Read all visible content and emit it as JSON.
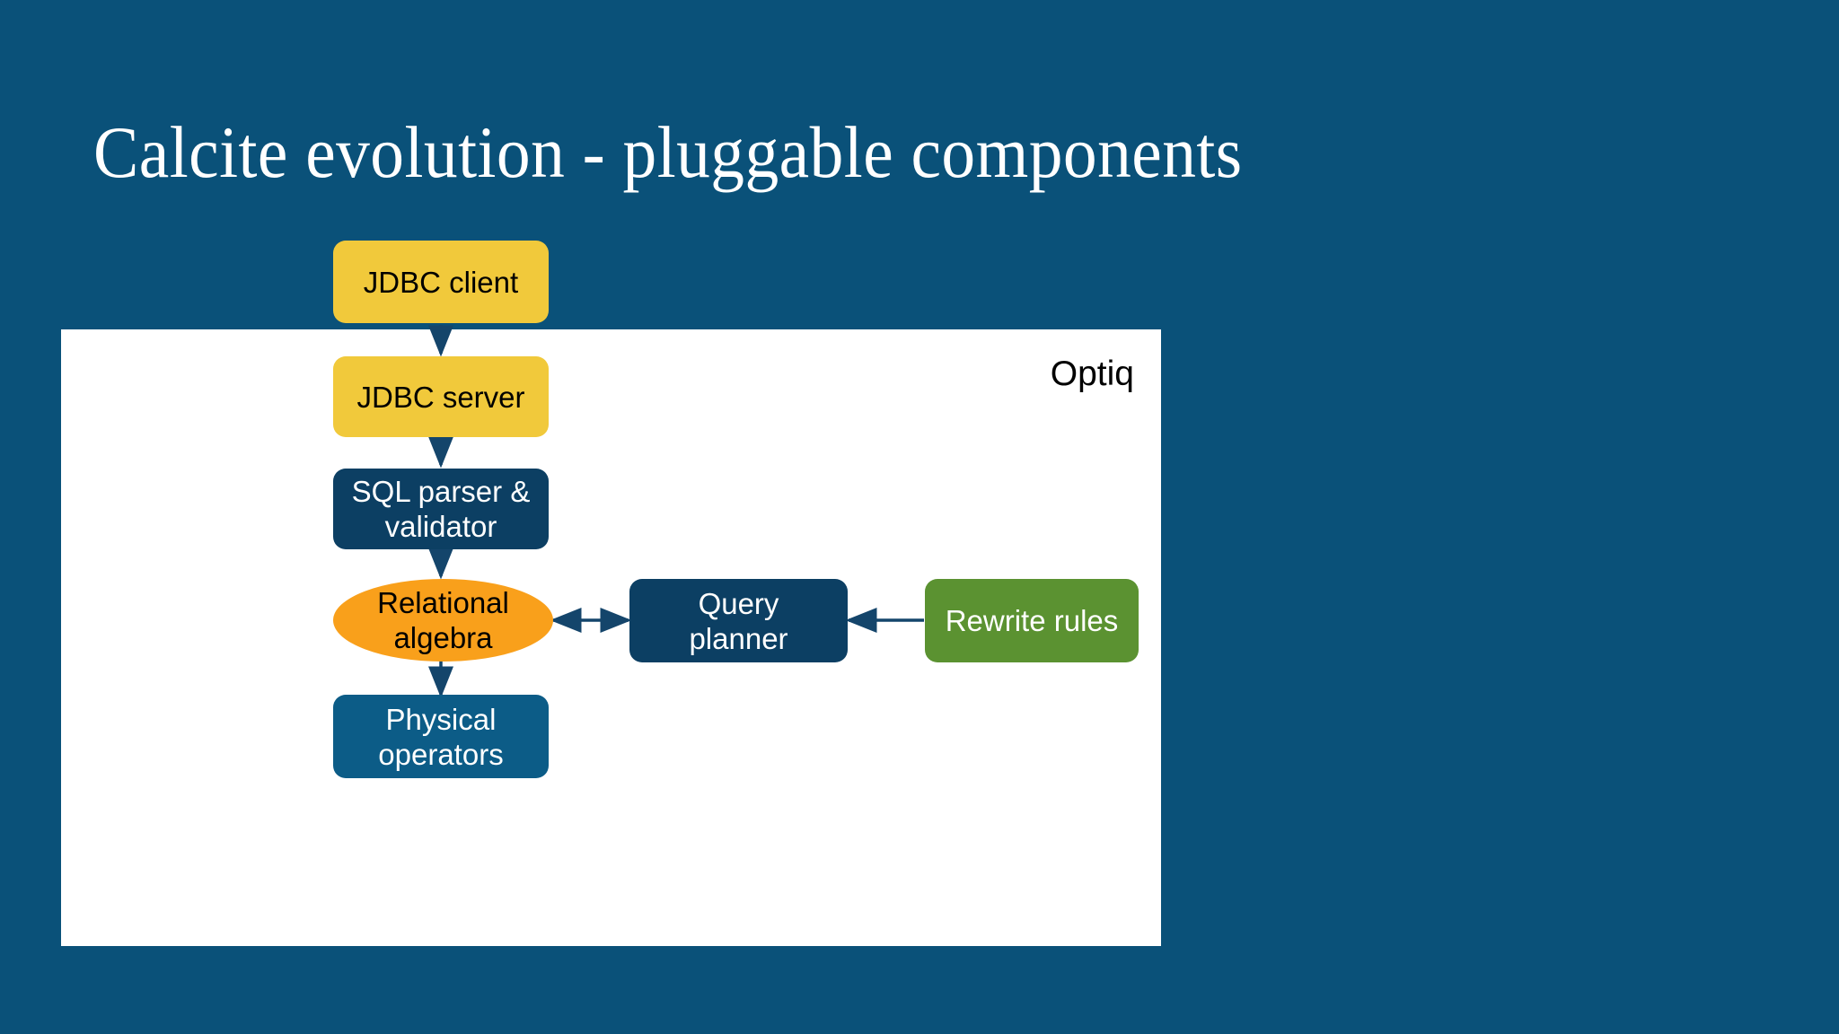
{
  "slide": {
    "title": "Calcite evolution - pluggable components",
    "background_color": "#0a5179",
    "panel_label": "Optiq"
  },
  "colors": {
    "slide_background": "#0a5179",
    "panel_background": "#ffffff",
    "gold": "#f1c93b",
    "navy": "#0c3f63",
    "blue": "#0c5c87",
    "green": "#5b9231",
    "orange": "#f9a01b",
    "arrow": "#14456b",
    "title_text": "#ffffff"
  },
  "diagram": {
    "type": "flowchart",
    "nodes": [
      {
        "id": "jdbc-client",
        "label": "JDBC client",
        "shape": "rounded-rect",
        "color": "#f1c93b",
        "text_color": "#000000"
      },
      {
        "id": "jdbc-server",
        "label": "JDBC server",
        "shape": "rounded-rect",
        "color": "#f1c93b",
        "text_color": "#000000"
      },
      {
        "id": "sql-parser",
        "label": "SQL parser &\nvalidator",
        "shape": "rounded-rect",
        "color": "#0c3f63",
        "text_color": "#ffffff"
      },
      {
        "id": "rel-algebra",
        "label": "Relational\nalgebra",
        "shape": "ellipse",
        "color": "#f9a01b",
        "text_color": "#000000"
      },
      {
        "id": "physical-ops",
        "label": "Physical\noperators",
        "shape": "rounded-rect",
        "color": "#0c5c87",
        "text_color": "#ffffff"
      },
      {
        "id": "query-planner",
        "label": "Query\nplanner",
        "shape": "rounded-rect",
        "color": "#0c3f63",
        "text_color": "#ffffff"
      },
      {
        "id": "rewrite-rules",
        "label": "Rewrite rules",
        "shape": "rounded-rect",
        "color": "#5b9231",
        "text_color": "#ffffff"
      }
    ],
    "edges": [
      {
        "from": "jdbc-client",
        "to": "jdbc-server",
        "direction": "down",
        "arrowheads": "end"
      },
      {
        "from": "jdbc-server",
        "to": "sql-parser",
        "direction": "down",
        "arrowheads": "end"
      },
      {
        "from": "sql-parser",
        "to": "rel-algebra",
        "direction": "down",
        "arrowheads": "end"
      },
      {
        "from": "rel-algebra",
        "to": "physical-ops",
        "direction": "down",
        "arrowheads": "end"
      },
      {
        "from": "rel-algebra",
        "to": "query-planner",
        "direction": "right",
        "arrowheads": "both"
      },
      {
        "from": "rewrite-rules",
        "to": "query-planner",
        "direction": "left",
        "arrowheads": "end"
      }
    ]
  }
}
